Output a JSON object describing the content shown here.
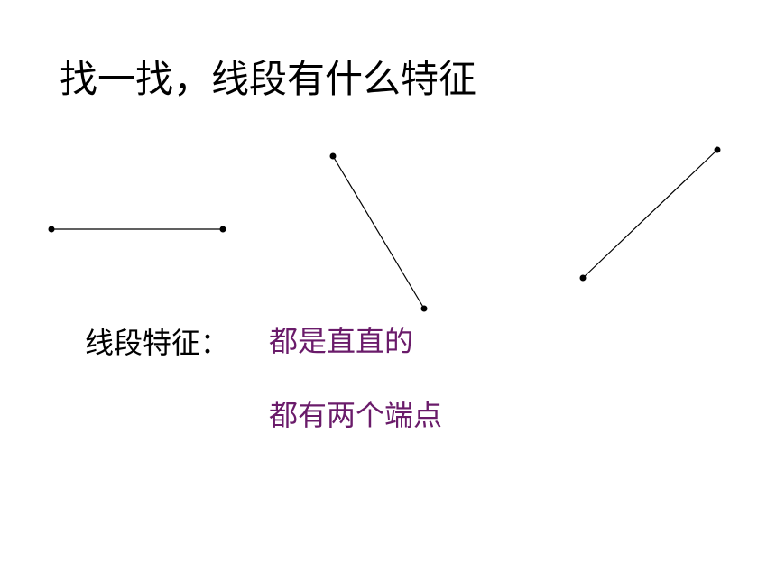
{
  "title": "找一找，线段有什么特征",
  "features_label": "线段特征：",
  "features": [
    "都是直直的",
    "都有两个端点"
  ],
  "colors": {
    "text": "#000000",
    "feature_text": "#6a1b6a",
    "line": "#000000"
  },
  "segments": [
    {
      "name": "horizontal-segment"
    },
    {
      "name": "descending-segment"
    },
    {
      "name": "ascending-segment"
    }
  ]
}
